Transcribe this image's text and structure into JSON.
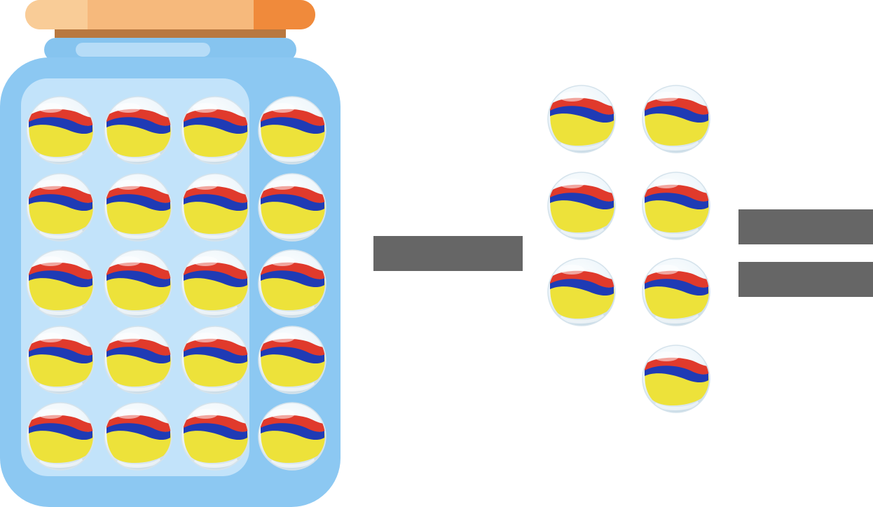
{
  "equation": {
    "jar_marbles": 20,
    "removed_marbles": 7,
    "operator_1": "minus-sign",
    "operator_2": "equals-sign",
    "result": ""
  },
  "colors": {
    "jar_body": "#8cc8f2",
    "jar_inner_window": "#c2e3fa",
    "jar_neck": "#86c4ef",
    "lid_main": "#f6b97c",
    "lid_light": "#f9cc97",
    "lid_dark": "#f08a3b",
    "lid_band": "#b87840",
    "operator": "#666666",
    "marble_red": "#e03a2c",
    "marble_blue": "#1f3bb5",
    "marble_yellow": "#ede23a",
    "marble_glass": "#eef6fb"
  },
  "icons": {
    "jar": "jar-icon",
    "marble": "marble-icon"
  }
}
